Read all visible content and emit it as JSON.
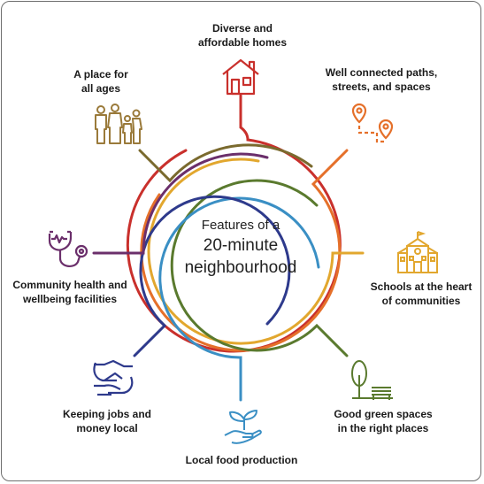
{
  "center": {
    "line1": "Features of a",
    "line2": "20-minute",
    "line3": "neighbourhood"
  },
  "features": [
    {
      "lines": [
        "Diverse and",
        "affordable homes"
      ],
      "icon": "house-icon",
      "color": "#c9302c"
    },
    {
      "lines": [
        "Well connected paths,",
        "streets, and spaces"
      ],
      "icon": "route-pins-icon",
      "color": "#e5702a"
    },
    {
      "lines": [
        "Schools at the heart",
        "of communities"
      ],
      "icon": "school-icon",
      "color": "#e2a72e"
    },
    {
      "lines": [
        "Good green spaces",
        "in the right places"
      ],
      "icon": "tree-bench-icon",
      "color": "#5a7a2e"
    },
    {
      "lines": [
        "Local food production"
      ],
      "icon": "hand-seedling-icon",
      "color": "#3a8fc4"
    },
    {
      "lines": [
        "Keeping jobs and",
        "money local"
      ],
      "icon": "handshake-icon",
      "color": "#2e3a8c"
    },
    {
      "lines": [
        "Community health and",
        "wellbeing facilities"
      ],
      "icon": "stethoscope-icon",
      "color": "#6b2f6b"
    },
    {
      "lines": [
        "A place for",
        "all ages"
      ],
      "icon": "family-icon",
      "color": "#9a7a3a"
    }
  ]
}
